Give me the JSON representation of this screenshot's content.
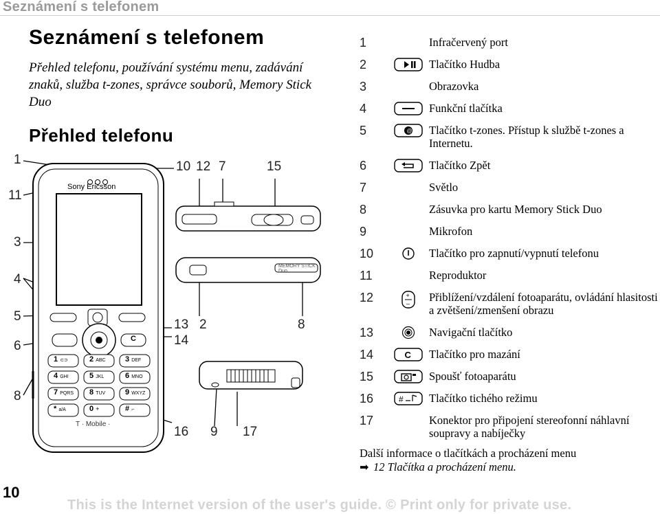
{
  "header": {
    "running_title": "Seznámení s telefonem"
  },
  "page": {
    "title": "Seznámení s telefonem",
    "intro": "Přehled telefonu, používání systému menu, zadávání znaků, služba t-zones, správce souborů, Memory Stick Duo",
    "section_title": "Přehled telefonu",
    "page_number": "10",
    "footer": "This is the Internet version of the user's guide. © Print only for private use."
  },
  "phone": {
    "brand": "Sony Ericsson",
    "carrier": "T · Mobile ·",
    "memory_label": "MEMORY STICK Duo",
    "keys": [
      {
        "num": "1",
        "letters": "⊂⊃"
      },
      {
        "num": "2",
        "letters": "ABC"
      },
      {
        "num": "3",
        "letters": "DEF"
      },
      {
        "num": "4",
        "letters": "GHI"
      },
      {
        "num": "5",
        "letters": "JKL"
      },
      {
        "num": "6",
        "letters": "MNO"
      },
      {
        "num": "7",
        "letters": "PQRS"
      },
      {
        "num": "8",
        "letters": "TUV"
      },
      {
        "num": "9",
        "letters": "WXYZ"
      },
      {
        "num": "*",
        "letters": "a/A"
      },
      {
        "num": "0",
        "letters": "+"
      },
      {
        "num": "#",
        "letters": "⌐"
      }
    ],
    "clear_key": "C",
    "callouts_left": [
      "1",
      "11",
      "3",
      "4",
      "5",
      "6",
      "8"
    ],
    "callouts_top": [
      "10",
      "12",
      "7",
      "15"
    ],
    "callouts_mid": [
      "13",
      "2",
      "8",
      "14"
    ],
    "callouts_bottom": [
      "16",
      "9",
      "17"
    ]
  },
  "legend": [
    {
      "num": "1",
      "icon": "none",
      "label": "Infračervený port"
    },
    {
      "num": "2",
      "icon": "play-pause-key",
      "label": "Tlačítko Hudba"
    },
    {
      "num": "3",
      "icon": "none",
      "label": "Obrazovka"
    },
    {
      "num": "4",
      "icon": "soft-key",
      "label": "Funkční tlačítka"
    },
    {
      "num": "5",
      "icon": "t-zones-key",
      "label": "Tlačítko t-zones. Přístup k službě t-zones a Internetu."
    },
    {
      "num": "6",
      "icon": "back-key",
      "label": "Tlačítko Zpět"
    },
    {
      "num": "7",
      "icon": "none",
      "label": "Světlo"
    },
    {
      "num": "8",
      "icon": "none",
      "label": "Zásuvka pro kartu Memory Stick Duo"
    },
    {
      "num": "9",
      "icon": "none",
      "label": "Mikrofon"
    },
    {
      "num": "10",
      "icon": "power-key",
      "label": "Tlačítko pro zapnutí/vypnutí telefonu"
    },
    {
      "num": "11",
      "icon": "none",
      "label": "Reproduktor"
    },
    {
      "num": "12",
      "icon": "volume-key",
      "label": "Přiblížení/vzdálení fotoaparátu, ovládání hlasitosti a zvětšení/zmenšení obrazu"
    },
    {
      "num": "13",
      "icon": "navigation-key",
      "label": "Navigační tlačítko"
    },
    {
      "num": "14",
      "icon": "clear-key",
      "label": "Tlačítko pro mazání"
    },
    {
      "num": "15",
      "icon": "camera-key",
      "label": "Spoušť fotoaparátu"
    },
    {
      "num": "16",
      "icon": "silent-key",
      "label": "Tlačítko tichého režimu"
    },
    {
      "num": "17",
      "icon": "none",
      "label": "Konektor pro připojení stereofonní náhlavní soupravy a nabíječky"
    }
  ],
  "more_info": {
    "text": "Další informace o tlačítkách a procházení menu",
    "ref": "12 Tlačítka a procházení menu."
  }
}
